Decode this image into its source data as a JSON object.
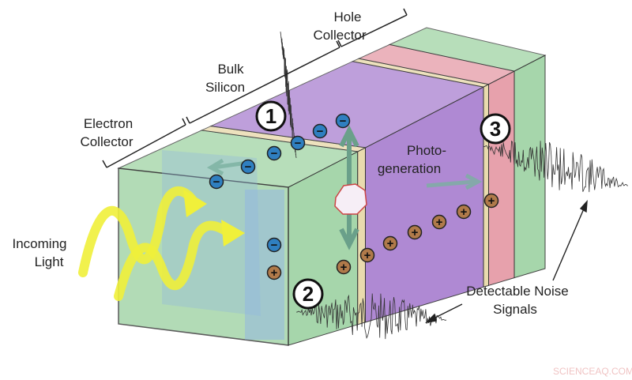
{
  "labels": {
    "hole_collector": [
      "Hole",
      "Collector"
    ],
    "bulk_silicon": [
      "Bulk",
      "Silicon"
    ],
    "electron_collector": [
      "Electron",
      "Collector"
    ],
    "photo_generation": [
      "Photo-",
      "generation"
    ],
    "incoming_light": [
      "Incoming",
      "Light"
    ],
    "detectable_noise": [
      "Detectable Noise",
      "Signals"
    ]
  },
  "markers": [
    "1",
    "2",
    "3"
  ],
  "charges": {
    "electron": "−",
    "hole": "+"
  },
  "watermark": "SCIENCEAQ.COM",
  "colors": {
    "collector_green": "#9fd3a4",
    "bulk_purple": "#a97fd0",
    "hole_red": "#e59aa6",
    "interface_tan": "#e8d8a8",
    "electron_blue": "#2f7fc0",
    "hole_brown": "#b07a4a",
    "light_yellow": "#f0f03a"
  }
}
